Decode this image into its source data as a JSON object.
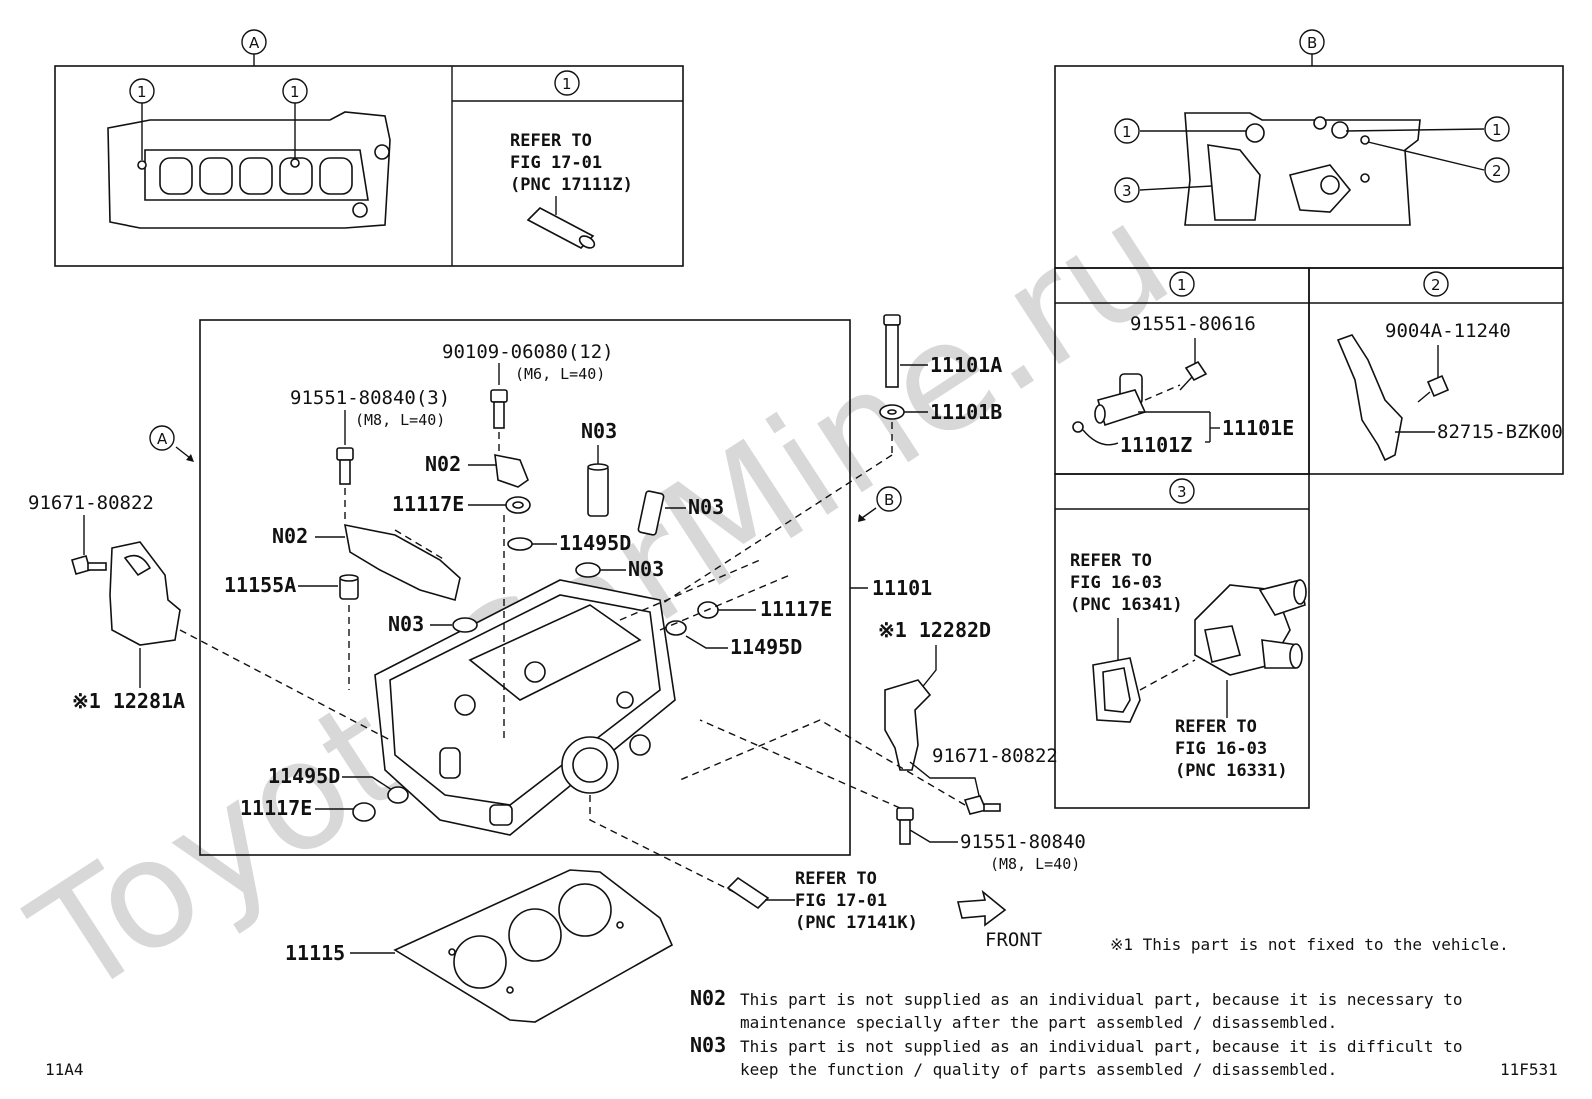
{
  "watermark": "ToyotaCarMine.ru",
  "corner_left": "11A4",
  "corner_right": "11F531",
  "callout_a": "A",
  "callout_b": "B",
  "sub_1": "1",
  "sub_2": "2",
  "sub_3": "3",
  "inset_a": {
    "refer_line1": "REFER TO",
    "refer_line2": "FIG 17-01",
    "refer_line3": "(PNC 17111Z)"
  },
  "inset_b": {
    "p1_label": "91551-80616",
    "p1_sensor": "11101E",
    "p1_oring": "11101Z",
    "p2_bolt": "9004A-11240",
    "p2_bracket": "82715-BZK00",
    "p3_refer_a1": "REFER TO",
    "p3_refer_a2": "FIG 16-03",
    "p3_refer_a3": "(PNC 16341)",
    "p3_refer_b1": "REFER TO",
    "p3_refer_b2": "FIG 16-03",
    "p3_refer_b3": "(PNC 16331)"
  },
  "labels": {
    "bolt_90109": "90109-06080(12)",
    "bolt_90109_spec": "(M6, L=40)",
    "bolt_91551": "91551-80840(3)",
    "bolt_91551_spec": "(M8, L=40)",
    "n02_a": "N02",
    "n02_b": "N02",
    "n03_a": "N03",
    "n03_b": "N03",
    "n03_c": "N03",
    "n03_d": "N03",
    "p11117e_a": "11117E",
    "p11117e_b": "11117E",
    "p11117e_c": "11117E",
    "p11495d_a": "11495D",
    "p11495d_b": "11495D",
    "p11495d_c": "11495D",
    "p11155a": "11155A",
    "p11101": "11101",
    "p11101a": "11101A",
    "p11101b": "11101B",
    "p91671_left": "91671-80822",
    "p12281a": "※1 12281A",
    "p12282d": "※1 12282D",
    "p91671_right": "91671-80822",
    "p91551_right": "91551-80840",
    "p91551_right_spec": "(M8, L=40)",
    "p11115": "11115",
    "refer_bottom1": "REFER TO",
    "refer_bottom2": "FIG 17-01",
    "refer_bottom3": "(PNC 17141K)",
    "front": "FRONT"
  },
  "notes": {
    "star_note": "※1  This part is not fixed to the vehicle.",
    "n02_code": "N02",
    "n02_line1": "This part is not supplied as an individual part, because it is necessary to",
    "n02_line2": "maintenance specially after the part assembled / disassembled.",
    "n03_code": "N03",
    "n03_line1": "This part is not supplied as an individual part, because it is difficult to",
    "n03_line2": "keep the function / quality of parts assembled / disassembled."
  }
}
